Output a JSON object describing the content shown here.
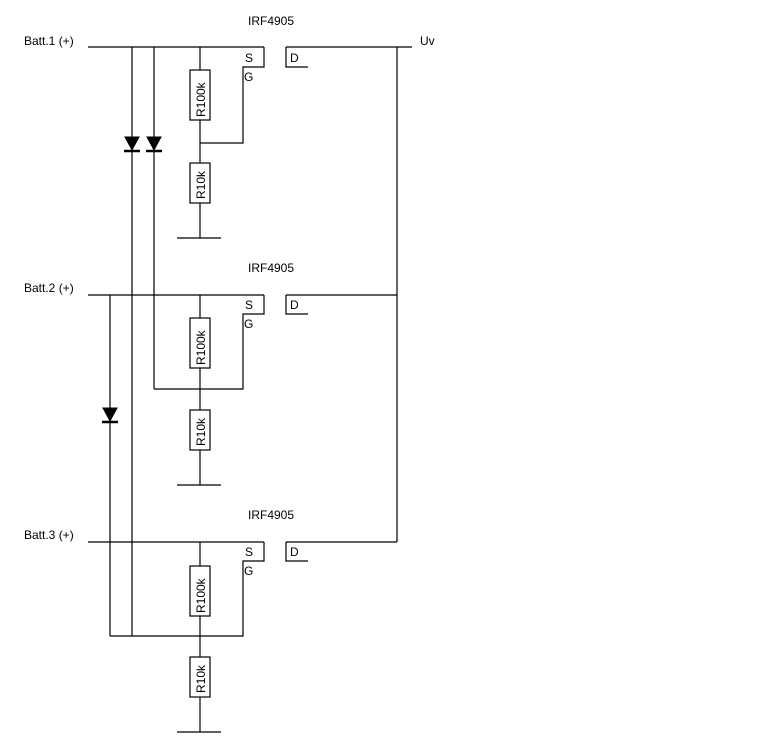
{
  "labels": {
    "batt1": "Batt.1 (+)",
    "batt2": "Batt.2 (+)",
    "batt3": "Batt.3 (+)",
    "output": "Uv"
  },
  "stages": [
    {
      "mosfet": "IRF4905",
      "source": "S",
      "gate": "G",
      "drain": "D",
      "r_top": "R100k",
      "r_bottom": "R10k"
    },
    {
      "mosfet": "IRF4905",
      "source": "S",
      "gate": "G",
      "drain": "D",
      "r_top": "R100k",
      "r_bottom": "R10k"
    },
    {
      "mosfet": "IRF4905",
      "source": "S",
      "gate": "G",
      "drain": "D",
      "r_top": "R100k",
      "r_bottom": "R10k"
    }
  ]
}
